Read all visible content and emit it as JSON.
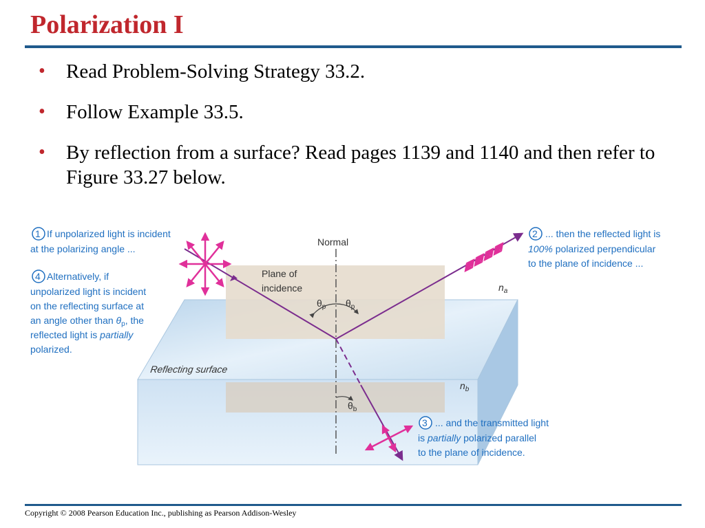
{
  "title": "Polarization I",
  "bullets": [
    "Read Problem-Solving Strategy 33.2.",
    "Follow Example 33.5.",
    "By reflection from a surface? Read pages 1139 and 1140 and then refer to Figure 33.27 below."
  ],
  "figure": {
    "normal_label": "Normal",
    "plane_label_1": "Plane of",
    "plane_label_2": "incidence",
    "surface_label": "Reflecting surface",
    "n_a": "n",
    "n_a_sub": "a",
    "n_b": "n",
    "n_b_sub": "b",
    "theta": "θ",
    "theta_p_sub": "p",
    "theta_b_sub": "b",
    "callout_1": {
      "num": "1",
      "line1": "If unpolarized light is incident",
      "line2": "at the polarizing angle ..."
    },
    "callout_2": {
      "num": "2",
      "line1": "... then the reflected light is",
      "line2_italic": "100%",
      "line2_rest": " polarized perpendicular",
      "line3": "to the plane of incidence ..."
    },
    "callout_3": {
      "num": "3",
      "line1": "... and the transmitted light",
      "line2_pre": "is ",
      "line2_italic": "partially",
      "line2_rest": " polarized parallel",
      "line3": "to the plane of incidence."
    },
    "callout_4": {
      "num": "4",
      "line1": "Alternatively, if",
      "line2": "unpolarized light is incident",
      "line3": "on the reflecting surface at",
      "line4_pre": "an angle other than ",
      "line4_theta": "θ",
      "line4_sub": "p",
      "line4_rest": ", the",
      "line5_pre": "reflected light is ",
      "line5_italic": "partially",
      "line6": "polarized."
    }
  },
  "footer": "Copyright © 2008 Pearson Education Inc., publishing as Pearson Addison-Wesley",
  "colors": {
    "title": "#c0272d",
    "rule": "#1f5a8c",
    "ray": "#7b2d8e",
    "polarization_arrows": "#e0309a",
    "callout_text": "#1f6fc0"
  }
}
